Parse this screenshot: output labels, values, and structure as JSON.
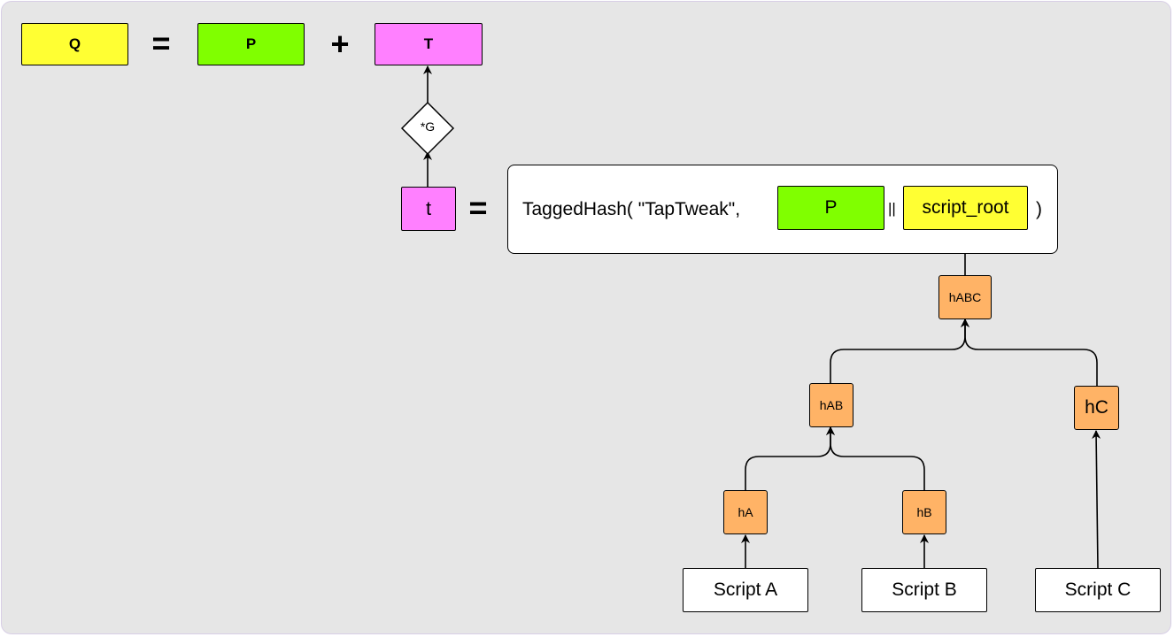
{
  "equation": {
    "q_label": "Q",
    "equals": "=",
    "p_label": "P",
    "plus": "+",
    "t_label": "T"
  },
  "multiply_node": {
    "label": "*G"
  },
  "tweak": {
    "t_label": "t",
    "equals": "=",
    "formula": {
      "prefix": "TaggedHash( \"TapTweak\",",
      "p_label": "P",
      "concat": "||",
      "script_root_label": "script_root",
      "suffix": ")"
    }
  },
  "tree": {
    "hABC": "hABC",
    "hAB": "hAB",
    "hC": "hC",
    "hA": "hA",
    "hB": "hB"
  },
  "scripts": {
    "a": "Script A",
    "b": "Script B",
    "c": "Script C"
  },
  "colors": {
    "background": "#e6e6e6",
    "yellow": "#ffff33",
    "green": "#80ff00",
    "pink": "#ff80ff",
    "orange": "#ffb366"
  }
}
